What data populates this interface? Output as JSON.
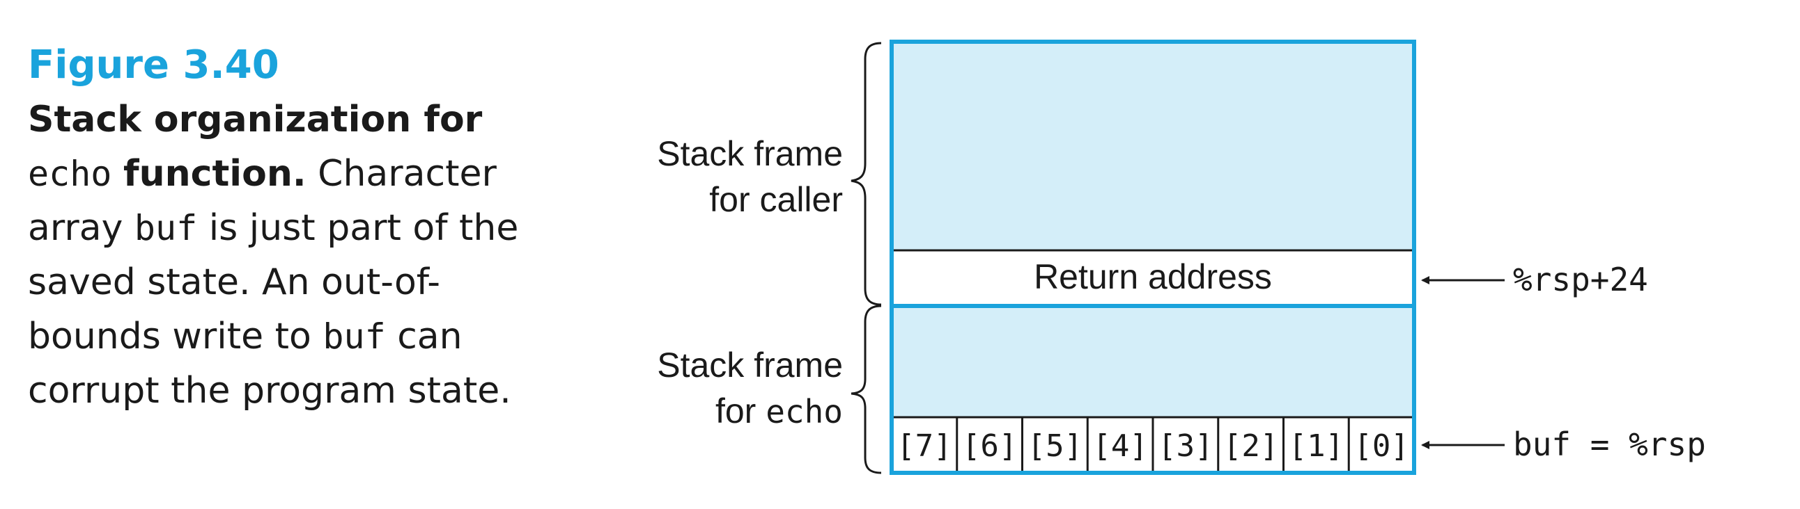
{
  "caption": {
    "figure_number": "Figure 3.40",
    "title_part1": "Stack organization for",
    "title_code": "echo",
    "title_part2": "function.",
    "body_1": " Character array ",
    "body_code_1": "buf",
    "body_2": " is just part of the saved state. An out-of-bounds write to ",
    "body_code_2": "buf",
    "body_3": " can corrupt the program state."
  },
  "diagram": {
    "caller_frame_label_line1": "Stack frame",
    "caller_frame_label_line2": "for caller",
    "echo_frame_label_line1": "Stack frame",
    "echo_frame_label_line2_prefix": "for ",
    "echo_frame_label_line2_code": "echo",
    "return_address_label": "Return address",
    "return_address_pointer": "%rsp+24",
    "buf_pointer": "buf = %rsp",
    "buf_cells": [
      "[7]",
      "[6]",
      "[5]",
      "[4]",
      "[3]",
      "[2]",
      "[1]",
      "[0]"
    ],
    "colors": {
      "accent": "#1aa3dc",
      "fill": "#d4eef9",
      "line": "#1a1a1a"
    }
  }
}
